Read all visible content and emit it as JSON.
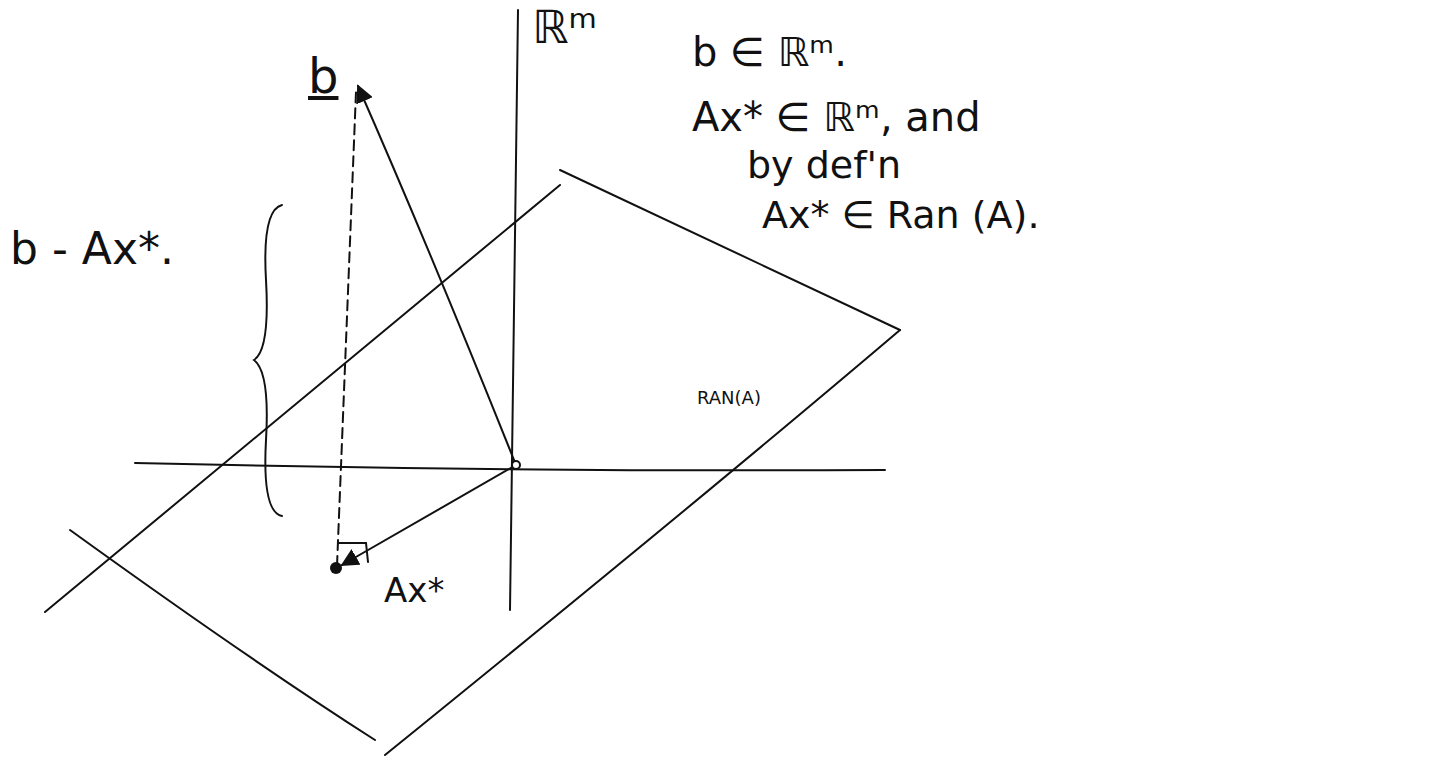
{
  "diagram": {
    "labels": [
      "ℝᵐ",
      "b",
      "b ∈ ℝᵐ.",
      "Ax* ∈ ℝᵐ, and",
      "by def'n",
      "Ax* ∈ Ran (A).",
      "b - Ax*.",
      "RAN(A)",
      "Ax*"
    ]
  }
}
